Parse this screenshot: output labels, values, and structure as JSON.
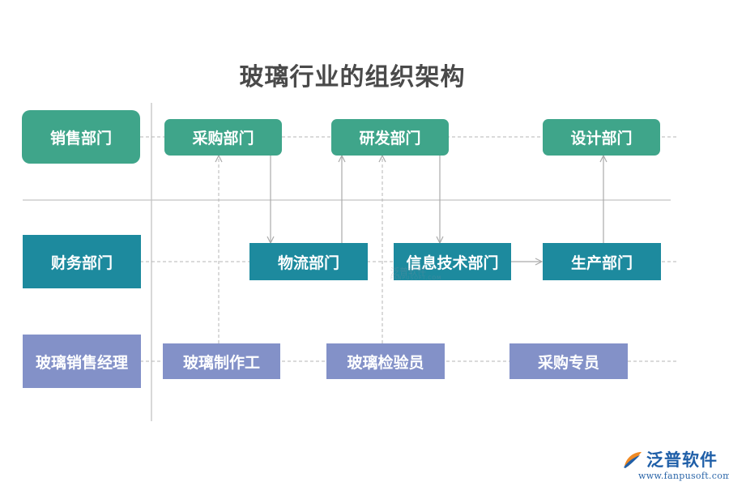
{
  "title": "玻璃行业的组织架构",
  "left_column": {
    "sales_dept": "销售部门",
    "finance_dept": "财务部门",
    "glass_sales_manager": "玻璃销售经理"
  },
  "row1": {
    "purchasing": "采购部门",
    "rnd": "研发部门",
    "design": "设计部门"
  },
  "row2": {
    "logistics": "物流部门",
    "it": "信息技术部门",
    "production": "生产部门"
  },
  "row3": {
    "glass_maker": "玻璃制作工",
    "glass_inspector": "玻璃检验员",
    "purchasing_specialist": "采购专员"
  },
  "watermark": {
    "text": "泛普软件",
    "sub": "FANPUSOFT.COM"
  },
  "logo": {
    "name": "泛普软件",
    "url": "www.fanpusoft.com"
  },
  "colors": {
    "green": "#3fa58a",
    "teal": "#1d8a9e",
    "purple": "#8391c8",
    "line": "#b5b5b5"
  }
}
